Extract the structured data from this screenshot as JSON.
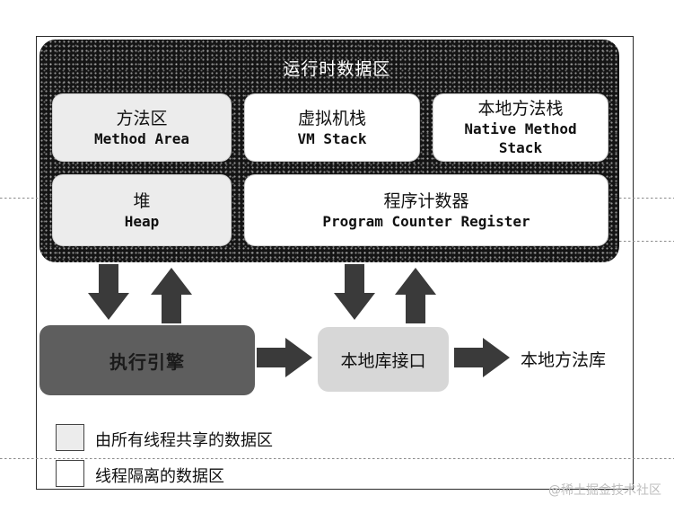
{
  "runtime_area": {
    "title": "运行时数据区",
    "method_area": {
      "cn": "方法区",
      "en": "Method Area"
    },
    "vm_stack": {
      "cn": "虚拟机栈",
      "en": "VM Stack"
    },
    "native_method_stack": {
      "cn": "本地方法栈",
      "en_line1": "Native Method",
      "en_line2": "Stack"
    },
    "heap": {
      "cn": "堆",
      "en": "Heap"
    },
    "program_counter": {
      "cn": "程序计数器",
      "en": "Program Counter Register"
    }
  },
  "execution_engine": "执行引擎",
  "native_interface": "本地库接口",
  "native_library": "本地方法库",
  "legend": {
    "shared": "由所有线程共享的数据区",
    "isolated": "线程隔离的数据区"
  },
  "watermark": "@稀土掘金技术社区",
  "colors": {
    "runtime_bg": "#141414",
    "shared_fill": "#ececec",
    "isolated_fill": "#ffffff",
    "engine_fill": "#5e5e5e",
    "interface_fill": "#d7d7d7",
    "arrow_fill": "#3a3a3a"
  }
}
